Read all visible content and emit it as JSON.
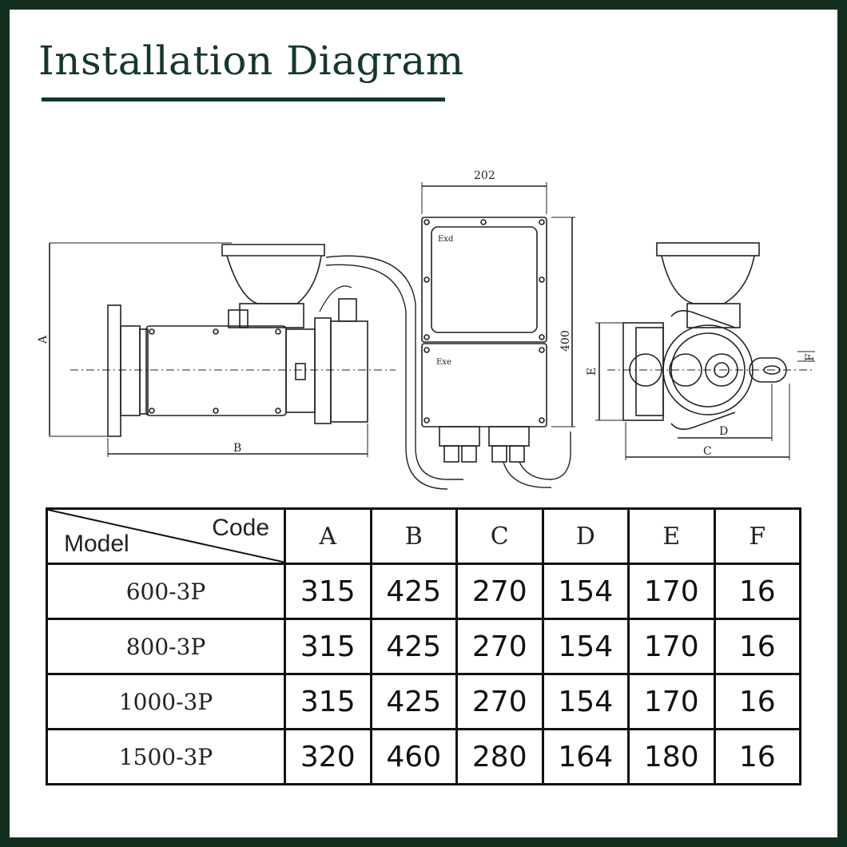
{
  "title": "Installation Diagram",
  "diagram": {
    "dim_202": "202",
    "dim_400": "400",
    "dim_A": "A",
    "dim_B": "B",
    "dim_C": "C",
    "dim_D": "D",
    "dim_E": "E",
    "dim_F": "F",
    "label_exd": "Exd",
    "label_exe": "Exe"
  },
  "table": {
    "corner_code": "Code",
    "corner_model": "Model",
    "headers": [
      "A",
      "B",
      "C",
      "D",
      "E",
      "F"
    ],
    "rows": [
      {
        "model": "600-3P",
        "values": [
          "315",
          "425",
          "270",
          "154",
          "170",
          "16"
        ]
      },
      {
        "model": "800-3P",
        "values": [
          "315",
          "425",
          "270",
          "154",
          "170",
          "16"
        ]
      },
      {
        "model": "1000-3P",
        "values": [
          "315",
          "425",
          "270",
          "154",
          "170",
          "16"
        ]
      },
      {
        "model": "1500-3P",
        "values": [
          "320",
          "460",
          "280",
          "164",
          "180",
          "16"
        ]
      }
    ]
  },
  "colors": {
    "frame": "#13301f",
    "title": "#16382a"
  }
}
